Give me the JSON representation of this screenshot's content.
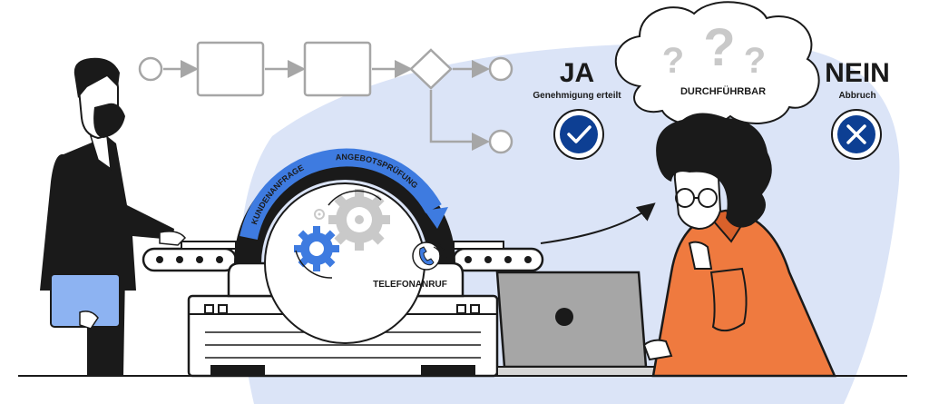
{
  "decision": {
    "yes_title": "JA",
    "yes_subtitle": "Genehmigung erteilt",
    "no_title": "NEIN",
    "no_subtitle": "Abbruch",
    "thought_label": "DURCHFÜHRBAR"
  },
  "machine": {
    "arc_label_left": "KUNDENANFRAGE",
    "arc_label_right": "ANGEBOTSPRÜFUNG",
    "phone_label": "TELEFONANRUF"
  },
  "colors": {
    "accent_blue": "#3e7be0",
    "dark_blue": "#0d3f93",
    "bg_blob": "#dbe4f7",
    "orange": "#ef7a3f",
    "outline": "#1a1a1a",
    "flow_gray": "#a6a6a6"
  },
  "icons": [
    "checkmark-icon",
    "cross-icon",
    "gear-icon",
    "phone-icon",
    "question-mark-icon",
    "arrow-icon"
  ]
}
